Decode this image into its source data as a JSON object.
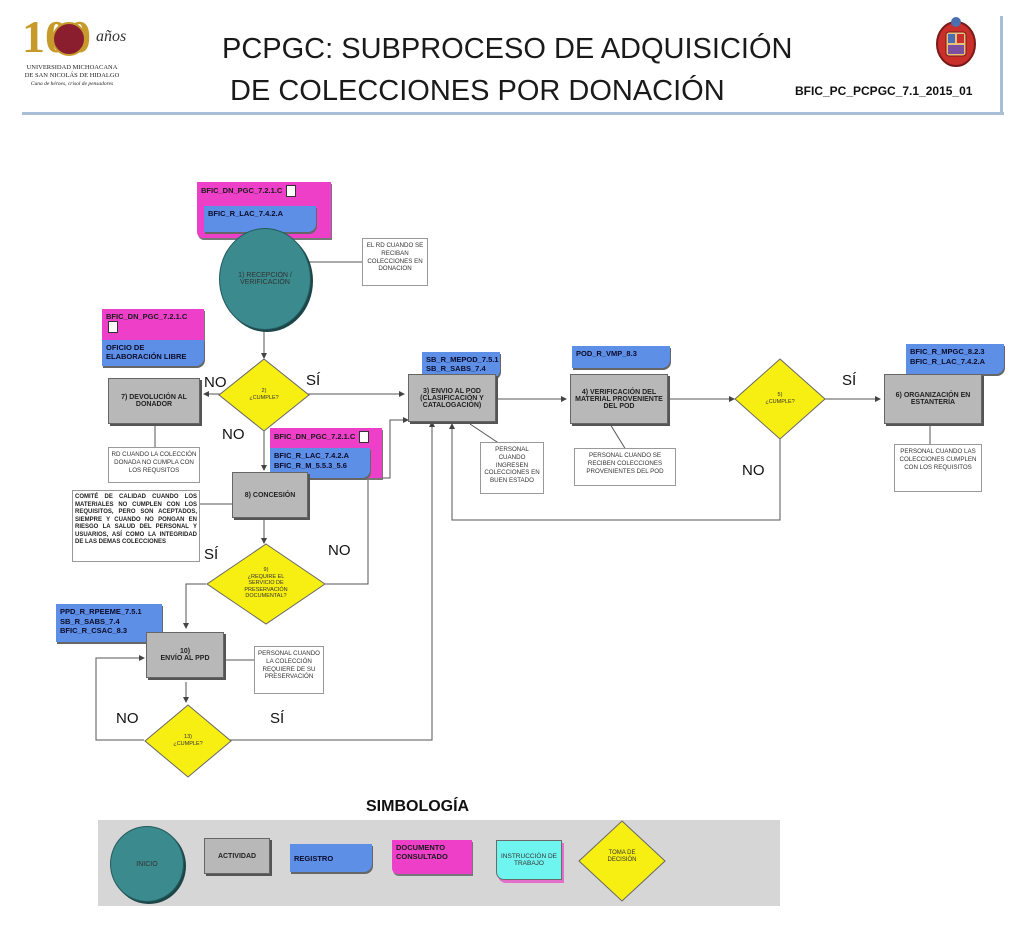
{
  "header": {
    "logo_year": "100",
    "logo_word": "años",
    "logo_university": [
      "UNIVERSIDAD MICHOACANA",
      "DE SAN NICOLÁS DE HIDALGO"
    ],
    "logo_motto": "Cuna de héroes, crisol de pensadores",
    "title_line1": "PCPGC: SUBPROCESO DE ADQUISICIÓN",
    "title_line2": "DE COLECCIONES POR DONACIÓN",
    "code": "BFIC_PC_PCPGC_7.1_2015_01"
  },
  "nodes": {
    "doc1": "BFIC_DN_PGC_7.2.1.C",
    "reg1": "BFIC_R_LAC_7.4.2.A",
    "start": [
      "1) RECEPCIÓN /",
      "VERIFICACIÓN"
    ],
    "note_rd": "EL RD CUANDO SE RECIBAN COLECCIONES EN DONACION",
    "doc2": "BFIC_DN_PGC_7.2.1.C",
    "reg2": "OFICIO DE ELABORACIÓN LIBRE",
    "dec2": [
      "2)",
      "¿CUMPLE?"
    ],
    "act7": "7) DEVOLUCIÓN AL DONADOR",
    "note_rd2": "RD CUANDO LA COLECCIÓN DONADA NO CUMPLA CON LOS REQUSITOS",
    "doc3": "BFIC_DN_PGC_7.2.1.C",
    "reg3": [
      "BFIC_R_LAC_7.4.2.A",
      "BFIC_R_M_5.5.3_5.6"
    ],
    "act8": "8) CONCESIÓN",
    "note_comite": "COMITÉ DE CALIDAD CUANDO LOS MATERIALES NO CUMPLEN CON LOS REQUISITOS, PERO SON ACEPTADOS, SIEMPRE Y CUANDO NO PONGAN EN RIESGO LA SALUD DEL PERSONAL Y USUARIOS, ASÍ COMO LA INTEGRIDAD DE LAS DEMAS COLECCIONES",
    "dec9": [
      "9)",
      "¿REQUIRE EL",
      "SERVICIO DE",
      "PRESERVACIÓN",
      "DOCUMENTAL?"
    ],
    "reg4": [
      "PPD_R_RPEEME_7.5.1",
      "SB_R_SABS_7.4",
      "BFIC_R_CSAC_8.3"
    ],
    "act10": [
      "10)",
      "ENVÍO AL PPD"
    ],
    "note_ppd": "PERSONAL CUANDO LA COLECCIÓN REQUIERE DE SU PRESERVACIÓN",
    "dec13": [
      "13)",
      "¿CUMPLE?"
    ],
    "reg5": [
      "SB_R_MEPOD_7.5.1",
      "SB_R_SABS_7.4"
    ],
    "act3": "3) ENVIO AL POD (CLASIFICACIÓN Y CATALOGACIÓN)",
    "note_pod": "PERSONAL CUANDO INGRESEN COLECCIONES EN BUEN ESTADO",
    "reg6": "POD_R_VMP_8.3",
    "act4": "4) VERIFICACIÓN DEL MATERIAL PROVENIENTE DEL POD",
    "note_vmp": "PERSONAL CUANDO SE RECIBEN COLECCIONES PROVENIENTES DEL POD",
    "dec5": [
      "5)",
      "¿CUMPLE?"
    ],
    "reg7": [
      "BFIC_R_MPGC_8.2.3",
      "BFIC_R_LAC_7.4.2.A"
    ],
    "act6": "6) ORGANIZACIÓN EN ESTANTERÍA",
    "note_est": "PERSONAL CUANDO LAS COLECCIONES CUMPLEN CON LOS REQUISITOS"
  },
  "labels": {
    "no1": "NO",
    "si1": "SÍ",
    "no2": "NO",
    "si9": "SÍ",
    "no9": "NO",
    "no13": "NO",
    "si13": "SÍ",
    "si5": "SÍ",
    "no5": "NO"
  },
  "legend": {
    "title": "SIMBOLOGÍA",
    "inicio": "INICIO",
    "actividad": "ACTIVIDAD",
    "registro": "REGISTRO",
    "documento": "DOCUMENTO CONSULTADO",
    "instruccion": "INSTRUCCIÓN DE TRABAJO",
    "decision": "TOMA DE DECISIÓN"
  },
  "colors": {
    "activity": "#b8b8b8",
    "document": "#ee3fc9",
    "register": "#5e8fe6",
    "decision": "#f7ee12",
    "start": "#3a8a8e",
    "instruction": "#6ff5f0",
    "header_line": "#a9bfd8"
  }
}
